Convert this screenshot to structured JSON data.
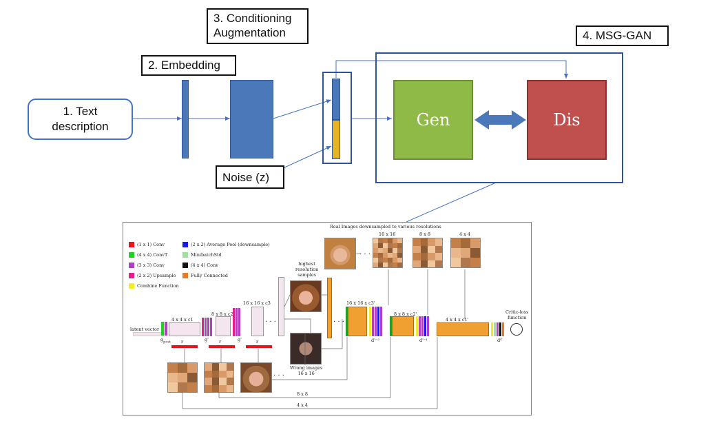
{
  "labels": {
    "text_description": "1. Text\ndescription",
    "embedding": "2. Embedding",
    "conditioning": "3. Conditioning\nAugmentation",
    "msg_gan": "4. MSG-GAN",
    "noise": "Noise (z)",
    "gen": "Gen",
    "dis": "Dis"
  },
  "colors": {
    "blue": "#4a78b8",
    "gold": "#e8b320",
    "gen": "#8fba47",
    "dis": "#c0504d",
    "orange": "#f0a030",
    "frame": "#2f5597"
  },
  "figure": {
    "header": "Real Images downsampled to various resolutions",
    "res_labels": [
      "16 x 16",
      "8 x 8",
      "4 x 4"
    ],
    "legend": [
      {
        "label": "(1 x 1) Conv",
        "color": "#e8141b"
      },
      {
        "label": "(2 x 2) Average Pool (downsample)",
        "color": "#1a1ae8"
      },
      {
        "label": "(4 x 4) ConvT",
        "color": "#22d022"
      },
      {
        "label": "MinibatchStd",
        "color": "#9be39b"
      },
      {
        "label": "(3 x 3) Conv",
        "color": "#b040c0"
      },
      {
        "label": "(4 x 4) Conv",
        "color": "#111111"
      },
      {
        "label": "(2 x 2) Upsample",
        "color": "#e81e8c"
      },
      {
        "label": "Fully Connected",
        "color": "#f07820"
      },
      {
        "label": "Combine Function",
        "color": "#f0f020"
      }
    ],
    "latent_vector": "latent vector",
    "g_label": "g",
    "g_sub": "post",
    "gen_blocks": [
      "4 x 4 x c1",
      "8 x 8 x c2",
      "16 x 16 x c3"
    ],
    "g_prime": "g'",
    "r_label": "r",
    "highest_res": "highest\nresolution\nsamples",
    "wrong_images": "Wrong images\n16 x 16",
    "dis_blocks": [
      "16 x 16 x c3'",
      "8 x 8 x c2'",
      "4 x 4 x c1'"
    ],
    "d_labels": [
      "d'⁻²",
      "d'⁻¹",
      "dᴷ"
    ],
    "critic": "Critic-loss\nfunction",
    "bottom_8": "8 x 8",
    "bottom_4": "4 x 4",
    "ellipsis": ". . ."
  }
}
